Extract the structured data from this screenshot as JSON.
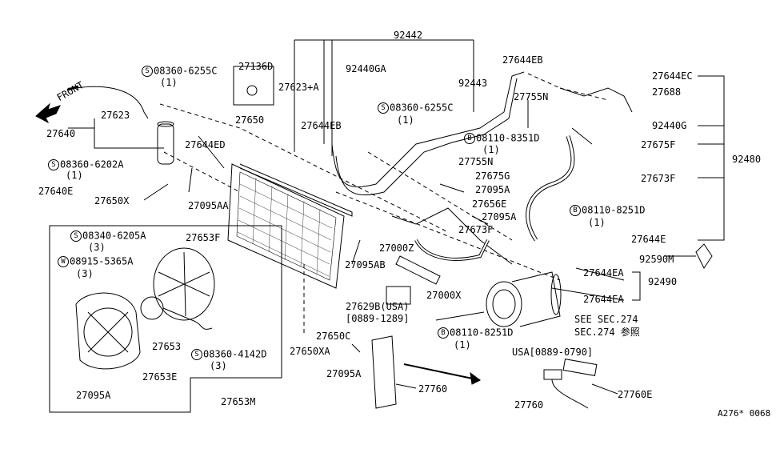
{
  "front_label": "FRONT",
  "footer_code": "A276* 0068",
  "usa_note": "USA[0889-0790]",
  "see_sec": "SEE SEC.274",
  "sec_ref": "SEC.274 参照",
  "labels": {
    "p92442": "92442",
    "p92440GA": "92440GA",
    "p27644EB_top": "27644EB",
    "p27623A": "27623+A",
    "p92443": "92443",
    "p27136D": "27136D",
    "p08360_6255C_a": "08360-6255C",
    "p1_a": "(1)",
    "p08360_6255C_b": "08360-6255C",
    "p1_b": "(1)",
    "p27644EB_mid": "27644EB",
    "p27755N_top": "27755N",
    "p27644EC": "27644EC",
    "p27688": "27688",
    "p92440G": "92440G",
    "p27675F": "27675F",
    "p92480": "92480",
    "p27673F_right": "27673F",
    "p27644E": "27644E",
    "p92590M": "92590M",
    "p27644EA_1": "27644EA",
    "p92490": "92490",
    "p27644EA_2": "27644EA",
    "p08110_8351D": "08110-8351D",
    "p1_c": "(1)",
    "p27755N_mid": "27755N",
    "p27675G": "27675G",
    "p27095A_1": "27095A",
    "p27656E": "27656E",
    "p27095A_2": "27095A",
    "p27673F_mid": "27673F",
    "p08110_8251D_r": "08110-8251D",
    "p1_d": "(1)",
    "p27623": "27623",
    "p27640": "27640",
    "p27650": "27650",
    "p27644ED": "27644ED",
    "p08360_6202A": "08360-6202A",
    "p1_e": "(1)",
    "p27640E": "27640E",
    "p27650X": "27650X",
    "p27095AA": "27095AA",
    "p27000Z": "27000Z",
    "p27095AB": "27095AB",
    "p27000X": "27000X",
    "p27629B": "27629B",
    "p_usa": "(USA)",
    "p_date1": "[0889-1289]",
    "p08340_6205A": "08340-6205A",
    "p3_a": "(3)",
    "p27653F": "27653F",
    "p08915_5365A": "08915-5365A",
    "p3_b": "(3)",
    "p27653": "27653",
    "p08360_4142D": "08360-4142D",
    "p3_c": "(3)",
    "p27653E": "27653E",
    "p27095A_3": "27095A",
    "p27653M": "27653M",
    "p27650C": "27650C",
    "p27650XA": "27650XA",
    "p27095A_4": "27095A",
    "p27760": "27760",
    "p08110_8251D_b": "08110-8251D",
    "p1_f": "(1)",
    "p27760_b": "27760",
    "p27760E": "27760E"
  },
  "markers": {
    "S": "S",
    "B": "B",
    "W": "W"
  }
}
